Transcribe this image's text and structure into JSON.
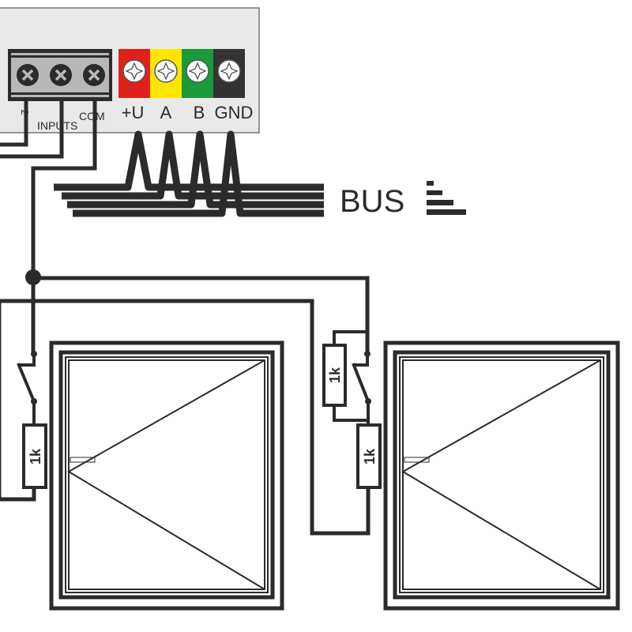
{
  "module": {
    "inputs_label": "INPUTS",
    "com_label": "COM",
    "input_number_label": "2",
    "bus_terminals": [
      {
        "label": "+U",
        "color": "#e0201b"
      },
      {
        "label": "A",
        "color": "#ffe600"
      },
      {
        "label": "B",
        "color": "#1a9a3a"
      },
      {
        "label": "GND",
        "color": "#333333"
      }
    ]
  },
  "bus": {
    "label": "BUS"
  },
  "resistors": [
    {
      "label": "1k"
    },
    {
      "label": "1k"
    },
    {
      "label": "1k"
    }
  ],
  "colors": {
    "line": "#2b2b2b",
    "panel": "#e9e9e9",
    "terminal_block": "#b8b8b8"
  }
}
